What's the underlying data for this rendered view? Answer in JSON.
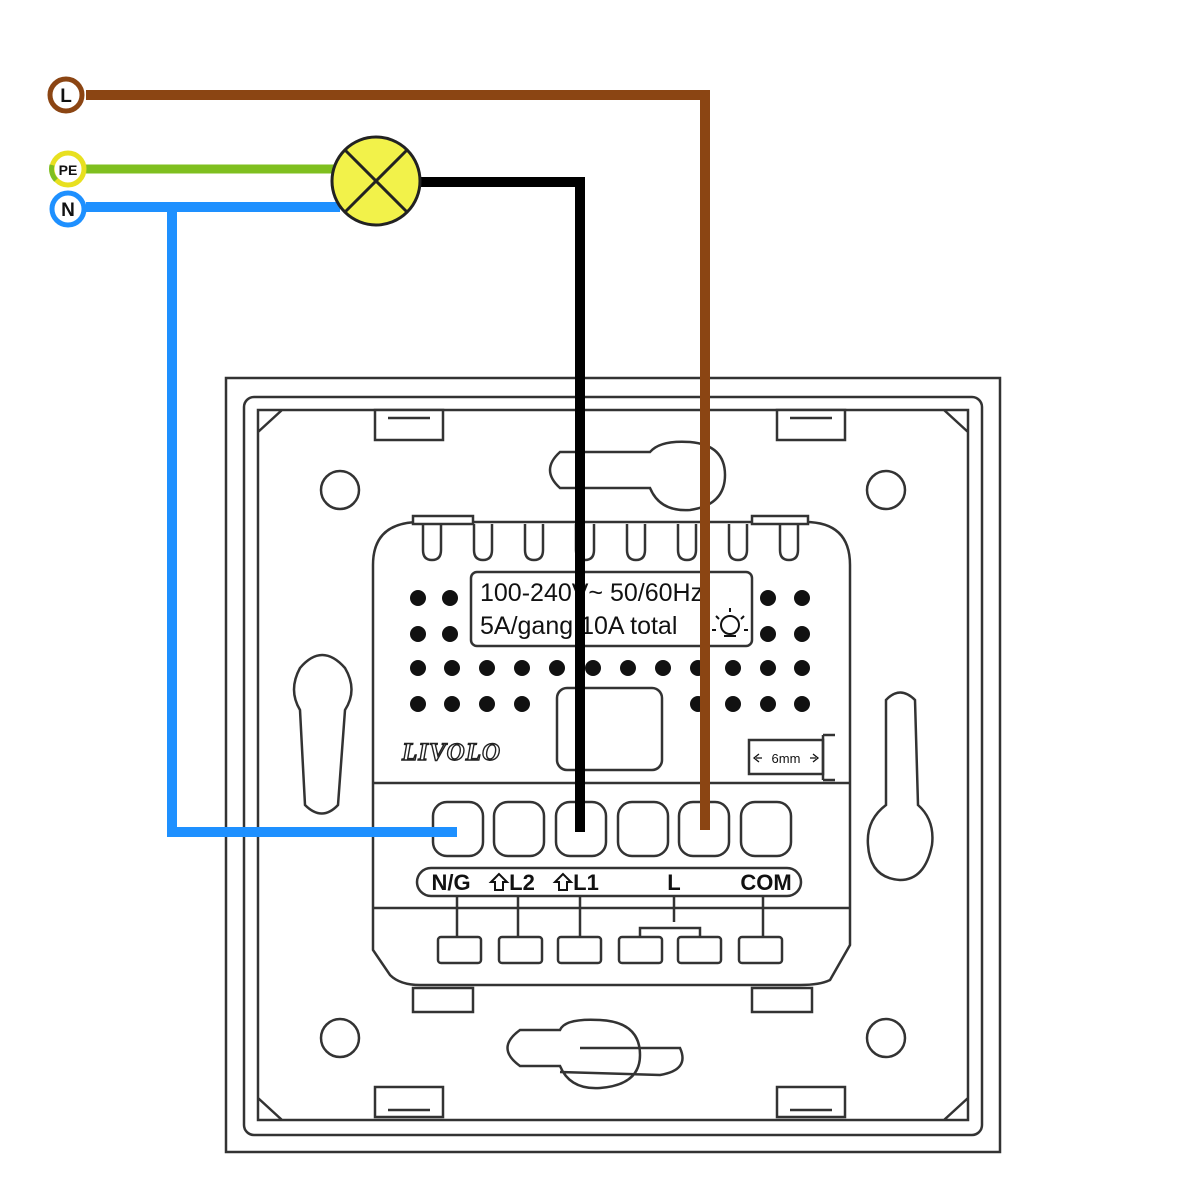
{
  "supply": {
    "live_label": "L",
    "earth_label": "PE",
    "neutral_label": "N"
  },
  "switch": {
    "spec_line_1": "100-240V~ 50/60Hz",
    "spec_line_2": "5A/gang 10A total",
    "brand": "LIVOLO",
    "strip_length": "6mm",
    "terminal_labels": [
      "N/G",
      "L2",
      "L1",
      "L",
      "COM"
    ]
  },
  "colors": {
    "live_wire": "#8B4513",
    "neutral_wire": "#1E90FF",
    "earth_wire": "#7FBF1F",
    "switched_wire": "#000000",
    "lamp": "#F2F24A",
    "outline": "#333333"
  },
  "icons": {
    "lamp": "lamp-icon",
    "load": "bulb-icon",
    "arrow": "up-arrow-icon"
  }
}
